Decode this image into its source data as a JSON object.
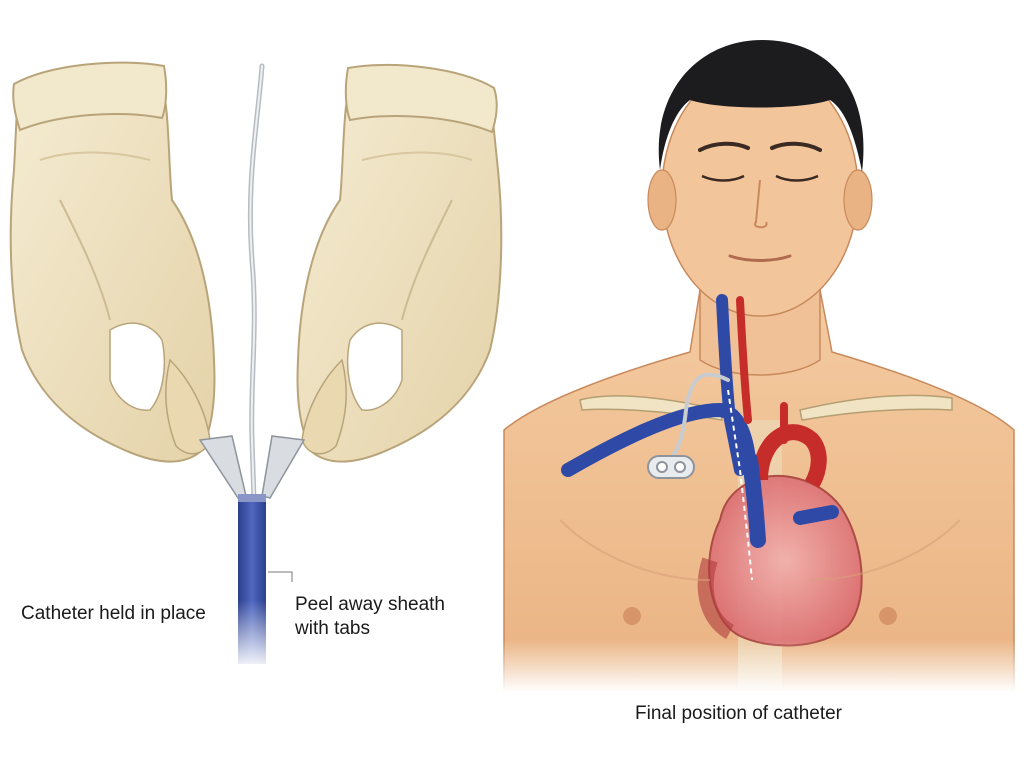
{
  "labels": {
    "catheter_held": "Catheter held in place",
    "peel_sheath": "Peel away sheath with tabs",
    "final_position": "Final position of catheter"
  },
  "colors": {
    "glove": "#efe3c4",
    "glove_shadow": "#cdbb92",
    "skin": "#f3c59a",
    "skin_shadow": "#d9956a",
    "hair": "#1c1b1e",
    "vein": "#2f4aa6",
    "artery": "#c62d2a",
    "heart": "#e6898a",
    "bone": "#f1e4c4",
    "catheter": "#c8ccd0",
    "sheath": "#3b52a8"
  }
}
